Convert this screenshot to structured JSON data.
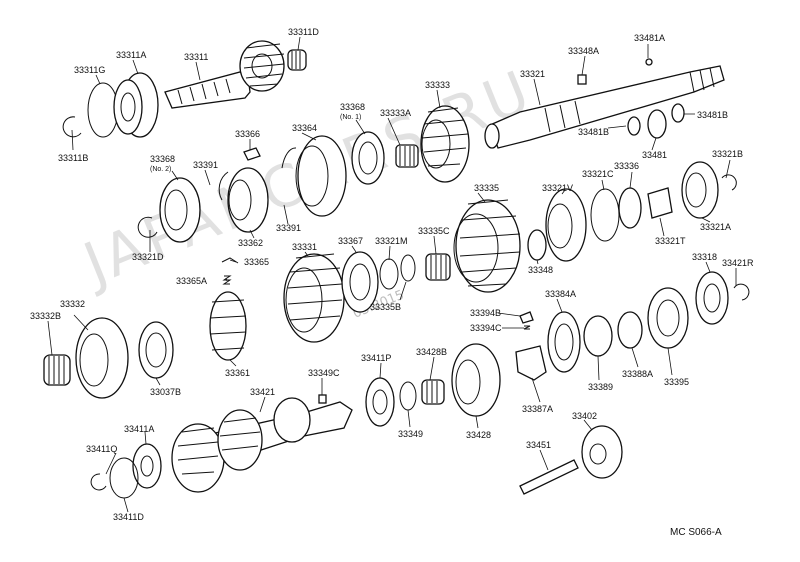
{
  "diagram": {
    "reference": "MC  S066-A",
    "watermark": "JAPANCARS.RU",
    "watermark_date": "03.2015",
    "labels": [
      {
        "id": "l1",
        "text": "33311D"
      },
      {
        "id": "l2",
        "text": "33311A"
      },
      {
        "id": "l3",
        "text": "33311"
      },
      {
        "id": "l4",
        "text": "33311G"
      },
      {
        "id": "l5",
        "text": "33311B"
      },
      {
        "id": "l6",
        "text": "33348A"
      },
      {
        "id": "l7",
        "text": "33481A"
      },
      {
        "id": "l8",
        "text": "33321"
      },
      {
        "id": "l9",
        "text": "33481B"
      },
      {
        "id": "l10",
        "text": "33481B"
      },
      {
        "id": "l11",
        "text": "33481"
      },
      {
        "id": "l12",
        "text": "33333"
      },
      {
        "id": "l13",
        "text": "33333A"
      },
      {
        "id": "l14",
        "text": "33368",
        "sub": "(No. 1)"
      },
      {
        "id": "l15",
        "text": "33366"
      },
      {
        "id": "l16",
        "text": "33364"
      },
      {
        "id": "l17",
        "text": "33368",
        "sub": "(No. 2)"
      },
      {
        "id": "l18",
        "text": "33391"
      },
      {
        "id": "l19",
        "text": "33362"
      },
      {
        "id": "l20",
        "text": "33391"
      },
      {
        "id": "l21",
        "text": "33321D"
      },
      {
        "id": "l22",
        "text": "33336"
      },
      {
        "id": "l23",
        "text": "33321B"
      },
      {
        "id": "l24",
        "text": "33335"
      },
      {
        "id": "l25",
        "text": "33321V"
      },
      {
        "id": "l26",
        "text": "33321C"
      },
      {
        "id": "l27",
        "text": "33321T"
      },
      {
        "id": "l28",
        "text": "33321A"
      },
      {
        "id": "l29",
        "text": "33331"
      },
      {
        "id": "l30",
        "text": "33367"
      },
      {
        "id": "l31",
        "text": "33321M"
      },
      {
        "id": "l32",
        "text": "33335C"
      },
      {
        "id": "l33",
        "text": "33365"
      },
      {
        "id": "l34",
        "text": "33365A"
      },
      {
        "id": "l35",
        "text": "33335B"
      },
      {
        "id": "l36",
        "text": "33348"
      },
      {
        "id": "l37",
        "text": "33318"
      },
      {
        "id": "l38",
        "text": "33421R"
      },
      {
        "id": "l39",
        "text": "33332"
      },
      {
        "id": "l40",
        "text": "33332B"
      },
      {
        "id": "l41",
        "text": "33394B"
      },
      {
        "id": "l42",
        "text": "33384A"
      },
      {
        "id": "l43",
        "text": "33394C"
      },
      {
        "id": "l44",
        "text": "33037B"
      },
      {
        "id": "l45",
        "text": "33361"
      },
      {
        "id": "l46",
        "text": "33389"
      },
      {
        "id": "l47",
        "text": "33388A"
      },
      {
        "id": "l48",
        "text": "33395"
      },
      {
        "id": "l49",
        "text": "33411P"
      },
      {
        "id": "l50",
        "text": "33428B"
      },
      {
        "id": "l51",
        "text": "33349C"
      },
      {
        "id": "l52",
        "text": "33421"
      },
      {
        "id": "l53",
        "text": "33387A"
      },
      {
        "id": "l54",
        "text": "33402"
      },
      {
        "id": "l55",
        "text": "33411A"
      },
      {
        "id": "l56",
        "text": "33349"
      },
      {
        "id": "l57",
        "text": "33428"
      },
      {
        "id": "l58",
        "text": "33411Q"
      },
      {
        "id": "l59",
        "text": "33451"
      },
      {
        "id": "l60",
        "text": "33411D"
      }
    ]
  }
}
